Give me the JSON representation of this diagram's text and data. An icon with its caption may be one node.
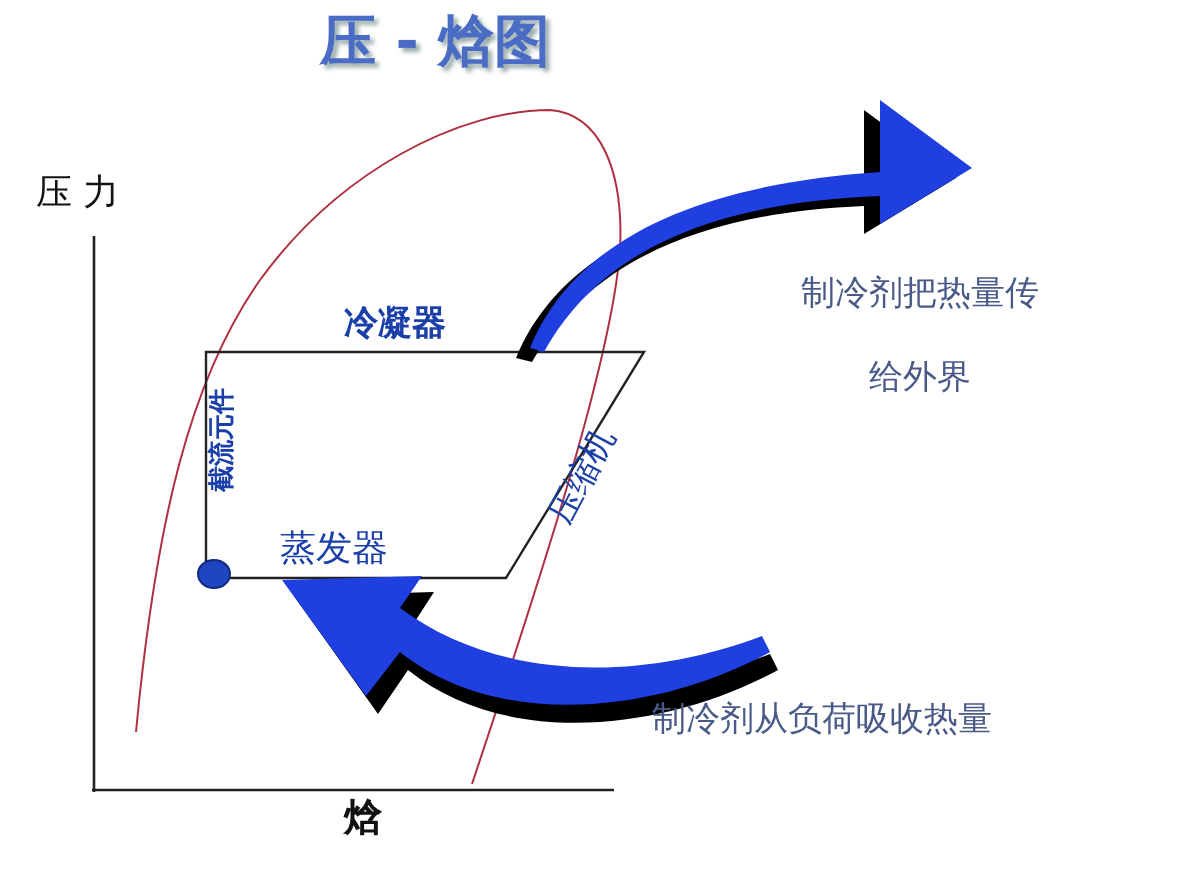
{
  "diagram": {
    "title": "压 - 焓图",
    "labels": [
      "压 力",
      "冷凝器",
      "制冷剂把热量传给外界",
      "截流元件",
      "压缩机",
      "蒸发器",
      "制冷剂从负荷吸收热量",
      "焓"
    ]
  }
}
